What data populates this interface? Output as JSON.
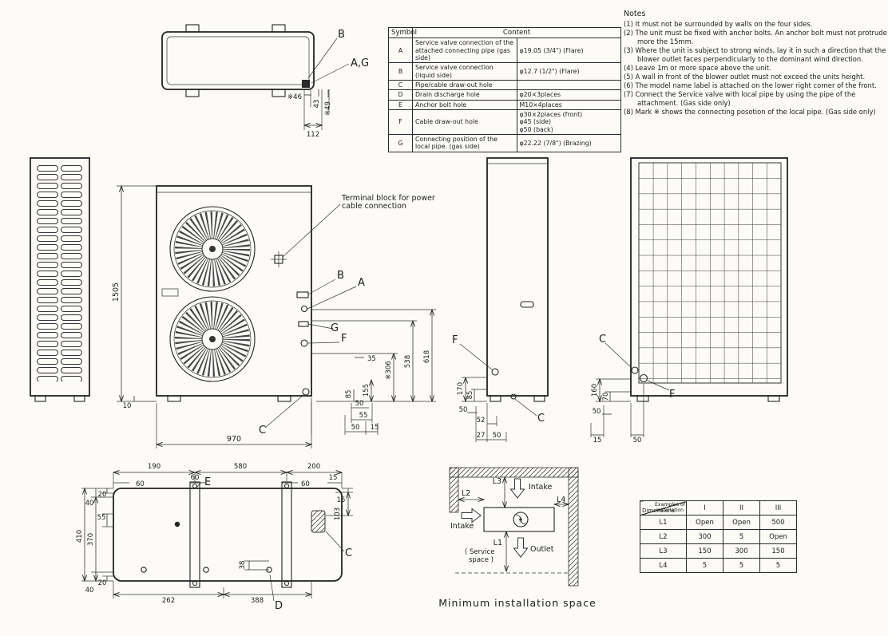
{
  "notes": {
    "title": "Notes",
    "items": [
      "(1) It must not be surrounded by walls on the four sides.",
      "(2) The unit must be fixed with anchor bolts. An anchor bolt must not protrude more the 15mm.",
      "(3) Where the unit is subject to strong winds, lay it in such a direction that the blower outlet faces perpendicularly to the dominant wind direction.",
      "(4) Leave 1m or more space above the unit.",
      "(5) A wall in front of the blower outlet must not exceed the units height.",
      "(6) The model name label is attached on the lower right corner of the front.",
      "(7) Connect the Service valve with local pipe by using the pipe of the attachment. (Gas side only)",
      "(8) Mark ※ shows the connecting posotion of the local pipe. (Gas side only)"
    ]
  },
  "symbol_table": {
    "col_symbol": "Symbol",
    "col_content": "Content",
    "rows": [
      {
        "symbol": "A",
        "desc": "Service valve connection of the\nattached connecting pipe (gas side)",
        "value": "φ19.05 (3/4\") (Flare)"
      },
      {
        "symbol": "B",
        "desc": "Service valve connection (liquid side)",
        "value": "φ12.7 (1/2\") (Flare)"
      },
      {
        "symbol": "C",
        "desc": "Pipe/cable draw-out hole",
        "value": ""
      },
      {
        "symbol": "D",
        "desc": "Drain discharge hole",
        "value": "φ20×3places"
      },
      {
        "symbol": "E",
        "desc": "Anchor bolt hole",
        "value": "M10×4places"
      },
      {
        "symbol": "F",
        "desc": "Cable draw-out hole",
        "value": "φ30×2places (front)\nφ45 (side)\nφ50 (back)"
      },
      {
        "symbol": "G",
        "desc": "Connecting position of the local pipe. (gas side)",
        "value": "φ22.22 (7/8\") (Brazing)"
      }
    ]
  },
  "install_table": {
    "header_top": "Examples of\ninstallation",
    "header_bottom": "Dimensions",
    "columns": [
      "I",
      "II",
      "III"
    ],
    "rows": [
      {
        "label": "L1",
        "values": [
          "Open",
          "Open",
          "500"
        ]
      },
      {
        "label": "L2",
        "values": [
          "300",
          "5",
          "Open"
        ]
      },
      {
        "label": "L3",
        "values": [
          "150",
          "300",
          "150"
        ]
      },
      {
        "label": "L4",
        "values": [
          "5",
          "5",
          "5"
        ]
      }
    ]
  },
  "views": {
    "top": {
      "label_b": "B",
      "label_ag": "A,G",
      "dim_46": "※46",
      "dim_43": "43",
      "dim_49": "※49",
      "dim_112": "112"
    },
    "side_left": {
      "dim_1505": "1505"
    },
    "front": {
      "terminal_1": "Terminal block for power",
      "terminal_2": "cable connection",
      "label_b": "B",
      "label_a": "A",
      "label_g": "G",
      "label_f": "F",
      "label_c": "C",
      "dim_618": "618",
      "dim_538": "538",
      "dim_306": "※306",
      "dim_35": "35",
      "dim_85": "85",
      "dim_155": "155",
      "dim_50_a": "50",
      "dim_55": "55",
      "dim_50_b": "50",
      "dim_15": "15",
      "dim_10": "10",
      "dim_970": "970"
    },
    "side_right": {
      "label_f": "F",
      "label_c": "C",
      "dim_170": "170",
      "dim_85": "85",
      "dim_50_a": "50",
      "dim_52": "52",
      "dim_27": "27",
      "dim_50_b": "50"
    },
    "back": {
      "label_c": "C",
      "label_f": "F",
      "dim_160": "160",
      "dim_70": "70",
      "dim_50_a": "50",
      "dim_15": "15",
      "dim_50_b": "50"
    },
    "bottom": {
      "label_e": "E",
      "label_c": "C",
      "label_d": "D",
      "dim_190": "190",
      "dim_580": "580",
      "dim_200": "200",
      "dim_60_a": "60",
      "dim_60_b": "60",
      "dim_60_c": "60",
      "dim_15_a": "15",
      "dim_20_a": "20",
      "dim_40_a": "40",
      "dim_55": "55",
      "dim_370": "370",
      "dim_410": "410",
      "dim_15_b": "15",
      "dim_103": "103",
      "dim_38": "38",
      "dim_20_b": "20",
      "dim_40_b": "40",
      "dim_262": "262",
      "dim_388": "388"
    },
    "install": {
      "l1": "L1",
      "l2": "L2",
      "l3": "L3",
      "l4": "L4",
      "intake_top": "Intake",
      "intake_left": "Intake",
      "outlet": "Outlet",
      "service_1": "( Service",
      "service_2": "space )",
      "caption": "Minimum installation space"
    }
  }
}
